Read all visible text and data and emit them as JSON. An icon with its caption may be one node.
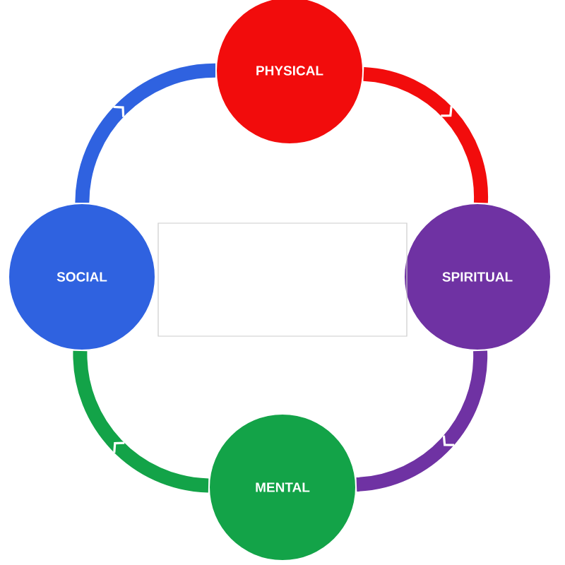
{
  "diagram": {
    "nodes": [
      {
        "text": [
          "PHYSICAL"
        ]
      },
      {
        "text": [
          "SPIRITUAL"
        ]
      },
      {
        "text": [
          "MENTAL"
        ]
      },
      {
        "text": [
          "SOCIAL"
        ]
      },
      {
        "text": [],
        "shape": "box"
      }
    ],
    "edges": [
      {
        "from": 0,
        "to": 1,
        "arrow": "to",
        "color": "#f20c0c"
      },
      {
        "from": 1,
        "to": 2,
        "arrow": "to",
        "color": "#6f32a3"
      },
      {
        "from": 2,
        "to": 3,
        "arrow": "to",
        "color": "#13a348"
      },
      {
        "from": 3,
        "to": 0,
        "arrow": "to",
        "color": "#2f62e0"
      }
    ]
  }
}
